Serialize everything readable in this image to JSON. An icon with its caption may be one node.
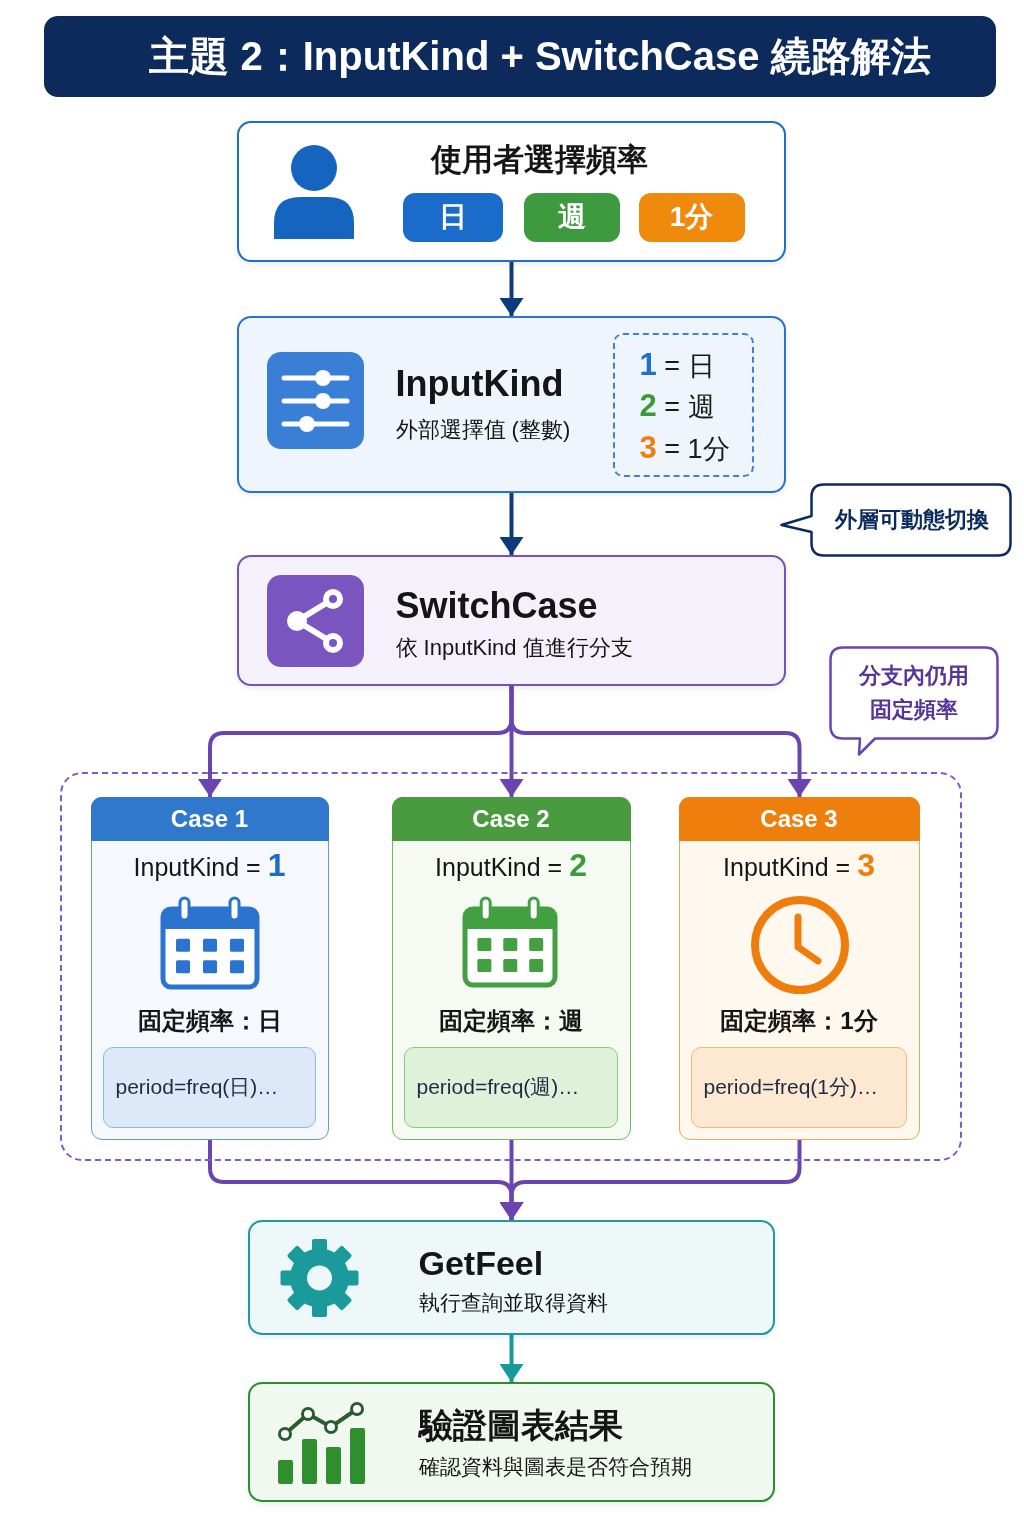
{
  "diagram": {
    "title": "主題 2：InputKind + SwitchCase 繞路解法",
    "nodes": [
      {
        "text": [
          "使用者選擇頻率"
        ]
      },
      {
        "text": [
          "日"
        ],
        "in": 0
      },
      {
        "text": [
          "週"
        ],
        "in": 0
      },
      {
        "text": [
          "1分"
        ],
        "in": 0
      },
      {
        "text": [
          "InputKind",
          "外部選擇值 (整數)"
        ]
      },
      {
        "text": [
          "1 = 日",
          "2 = 週",
          "3 = 1分"
        ],
        "in": 4
      },
      {
        "text": [
          "外層可動態切換"
        ]
      },
      {
        "text": [
          "SwitchCase",
          "依 InputKind 值進行分支"
        ]
      },
      {
        "text": [
          "分支內仍用固定頻率"
        ]
      },
      {
        "text": [],
        "shape": "box"
      },
      {
        "text": [
          "Case 1",
          "InputKind = 1",
          "固定頻率：日"
        ],
        "in": 9
      },
      {
        "text": [
          "period=freq(日)…"
        ],
        "in": 10
      },
      {
        "text": [
          "Case 2",
          "InputKind = 2",
          "固定頻率：週"
        ],
        "in": 9
      },
      {
        "text": [
          "period=freq(週)…"
        ],
        "in": 12
      },
      {
        "text": [
          "Case 3",
          "InputKind = 3",
          "固定頻率：1分"
        ],
        "in": 9
      },
      {
        "text": [
          "period=freq(1分)…"
        ],
        "in": 14
      },
      {
        "text": [
          "GetFeel",
          "執行查詢並取得資料"
        ]
      },
      {
        "text": [
          "驗證圖表結果",
          "確認資料與圖表是否符合預期"
        ]
      }
    ],
    "edges": [
      {
        "from": 0,
        "to": 4,
        "arrow": "to",
        "color": "#0d3b7a"
      },
      {
        "from": 4,
        "to": 7,
        "arrow": "to",
        "color": "#0d3b7a"
      },
      {
        "from": 7,
        "to": 10,
        "arrow": "to"
      },
      {
        "from": 7,
        "to": 12,
        "arrow": "to"
      },
      {
        "from": 7,
        "to": 14,
        "arrow": "to"
      },
      {
        "from": 10,
        "to": 16,
        "arrow": "to"
      },
      {
        "from": 12,
        "to": 16,
        "arrow": "to"
      },
      {
        "from": 14,
        "to": 16,
        "arrow": "to"
      },
      {
        "from": 16,
        "to": 17,
        "arrow": "to",
        "color": "#179a9b"
      }
    ]
  }
}
